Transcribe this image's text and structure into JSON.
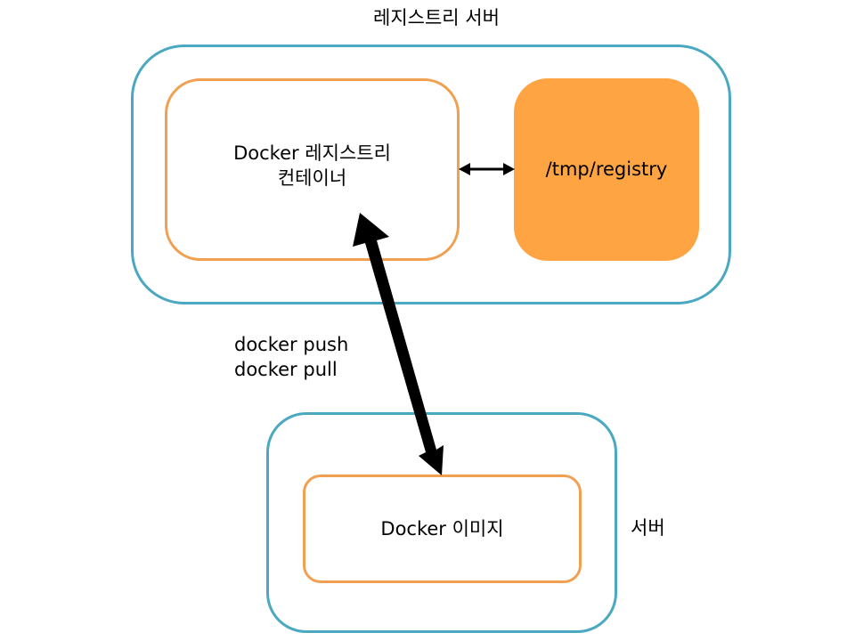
{
  "registry_server": {
    "label": "레지스트리 서버",
    "border_color": "#4aa8c0"
  },
  "registry_container": {
    "line1": "Docker 레지스트리",
    "line2": "컨테이너",
    "border_color": "#f0a050"
  },
  "storage": {
    "label": "/tmp/registry",
    "fill_color": "#ffa443"
  },
  "commands": {
    "push": "docker push",
    "pull": "docker pull"
  },
  "server": {
    "label": "서버",
    "border_color": "#4aa8c0"
  },
  "docker_image": {
    "label": "Docker 이미지",
    "border_color": "#f0a050"
  }
}
